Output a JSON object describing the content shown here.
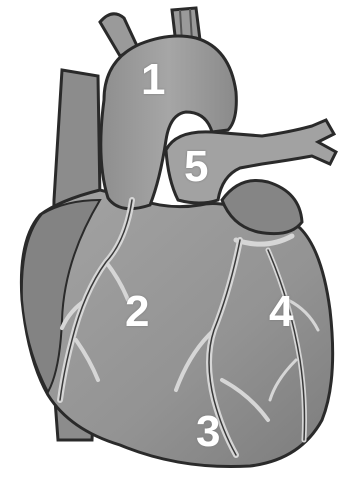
{
  "labels": {
    "n1": "1",
    "n2": "2",
    "n3": "3",
    "n4": "4",
    "n5": "5"
  },
  "colors": {
    "background": "#ffffff",
    "heart_fill": "#9a9a9a",
    "heart_dark": "#707070",
    "outline": "#2a2a2a",
    "vessel_light": "#d8d8d8",
    "label": "#ffffff"
  }
}
